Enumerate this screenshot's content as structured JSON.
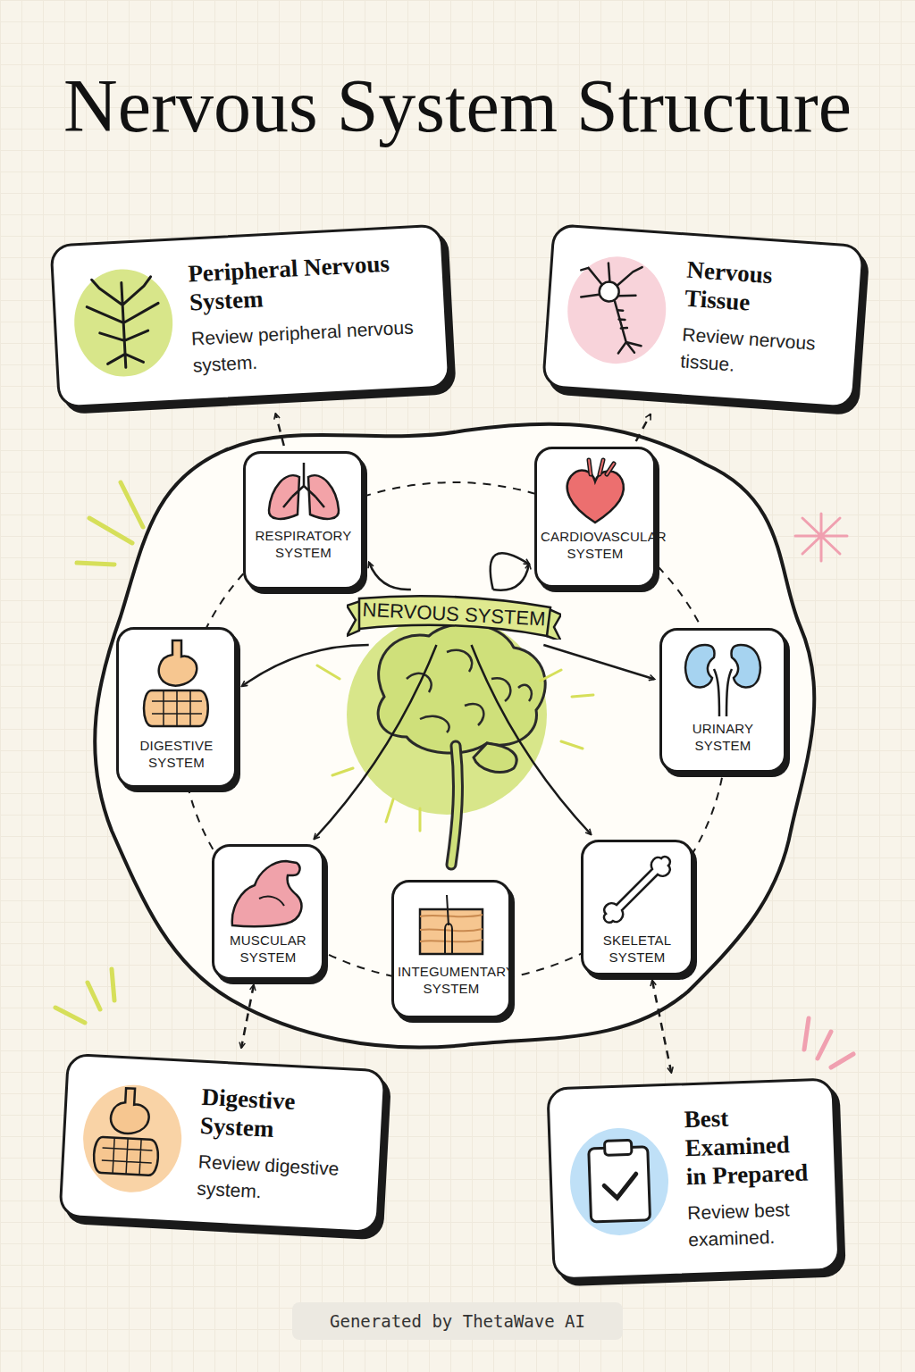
{
  "diagram": {
    "title": "Nervous System Structure",
    "nodes": [
      {
        "text": [
          "Peripheral Nervous System",
          "Review peripheral nervous system."
        ]
      },
      {
        "text": [
          "Nervous Tissue",
          "Review nervous tissue."
        ]
      },
      {
        "text": [
          "RESPIRATORY SYSTEM"
        ]
      },
      {
        "text": [
          "CARDIOVASCULAR SYSTEM"
        ]
      },
      {
        "text": [
          "NERVOUS SYSTEM"
        ]
      },
      {
        "text": [
          "DIGESTIVE SYSTEM"
        ]
      },
      {
        "text": [
          "URINARY SYSTEM"
        ]
      },
      {
        "text": [
          "MUSCULAR SYSTEM"
        ]
      },
      {
        "text": [
          "INTEGUMENTARY SYSTEM"
        ]
      },
      {
        "text": [
          "SKELETAL SYSTEM"
        ]
      },
      {
        "text": [
          "Digestive System",
          "Review digestive system."
        ]
      },
      {
        "text": [
          "Best Examined in Prepared",
          "Review best examined."
        ]
      }
    ],
    "edges": [
      {
        "from": 2,
        "to": 0,
        "arrow": "to"
      },
      {
        "from": 3,
        "to": 1,
        "arrow": "to"
      },
      {
        "from": 4,
        "to": 2,
        "arrow": "to"
      },
      {
        "from": 4,
        "to": 3,
        "arrow": "to"
      },
      {
        "from": 4,
        "to": 3,
        "arrow": "to"
      },
      {
        "from": 4,
        "to": 5,
        "arrow": "to"
      },
      {
        "from": 4,
        "to": 6,
        "arrow": "to"
      },
      {
        "from": 4,
        "to": 7,
        "arrow": "to"
      },
      {
        "from": 4,
        "to": 9,
        "arrow": "to"
      },
      {
        "from": 7,
        "to": 10,
        "arrow": "both"
      },
      {
        "from": 9,
        "to": 11,
        "arrow": "both"
      }
    ],
    "labels": [
      "Generated by ThetaWave AI"
    ]
  }
}
